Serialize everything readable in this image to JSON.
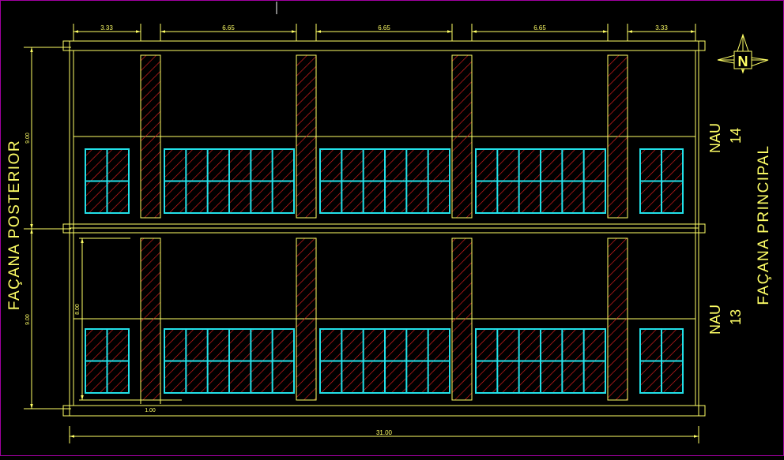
{
  "labels": {
    "facade_rear": "FAÇANA POSTERIOR",
    "facade_main": "FAÇANA PRINCIPAL",
    "nau_top": "NAU",
    "nau_top_num": "14",
    "nau_bottom": "NAU",
    "nau_bottom_num": "13",
    "north": "N"
  },
  "dimensions": {
    "top": [
      "3.33",
      "6.65",
      "6.65",
      "6.65",
      "3.33"
    ],
    "total": "31.00",
    "left_top": "9.00",
    "left_bottom": "9.00",
    "inner_height": "8.00",
    "inner_width": "1.00"
  },
  "colors": {
    "background": "#000000",
    "structure": "#ffff66",
    "window": "#22e0e8",
    "hatch": "#e02020",
    "text": "#ffff66",
    "border": "#a000a0"
  }
}
